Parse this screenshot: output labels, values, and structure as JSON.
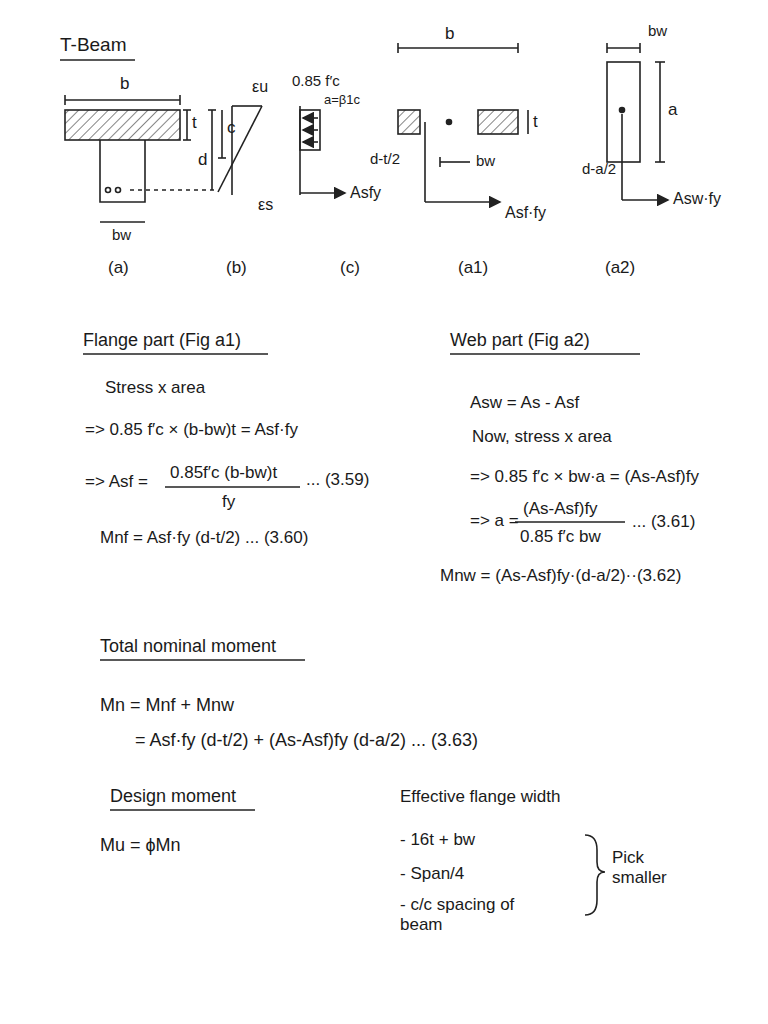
{
  "diagram": {
    "title": "T-Beam",
    "labels": [
      "b",
      "t",
      "c",
      "d",
      "εu",
      "εs",
      "0.85 f′c",
      "a=β1c",
      "Asfy",
      "b",
      "t",
      "d-t/2",
      "bw",
      "Asf·fy",
      "bw",
      "a",
      "d-a/2",
      "Asw·fy",
      "bw",
      "(a)",
      "(b)",
      "(c)",
      "(a1)",
      "(a2)",
      "Flange part (Fig a1)",
      "Web part (Fig a2)",
      "Stress x area",
      "=> 0.85 f′c × (b-bw)t = Asf·fy",
      "=> Asf =",
      "0.85f′c (b-bw)t",
      "fy",
      "... (3.59)",
      "Mnf = Asf·fy (d-t/2) ... (3.60)",
      "Asw = As - Asf",
      "Now, stress x area",
      "=> 0.85 f′c × bw·a = (As-Asf)fy",
      "=> a =",
      "(As-Asf)fy",
      "0.85 f′c bw",
      "... (3.61)",
      "Mnw = (As-Asf)fy·(d-a/2)··(3.62)",
      "Total nominal moment",
      "Mn = Mnf + Mnw",
      "= Asf·fy (d-t/2) + (As-Asf)fy (d-a/2) ... (3.63)",
      "Design moment",
      "Mu = ϕMn",
      "Effective flange width",
      "- 16t + bw",
      "- Span/4",
      "- c/c spacing of beam",
      "Pick smaller"
    ]
  }
}
